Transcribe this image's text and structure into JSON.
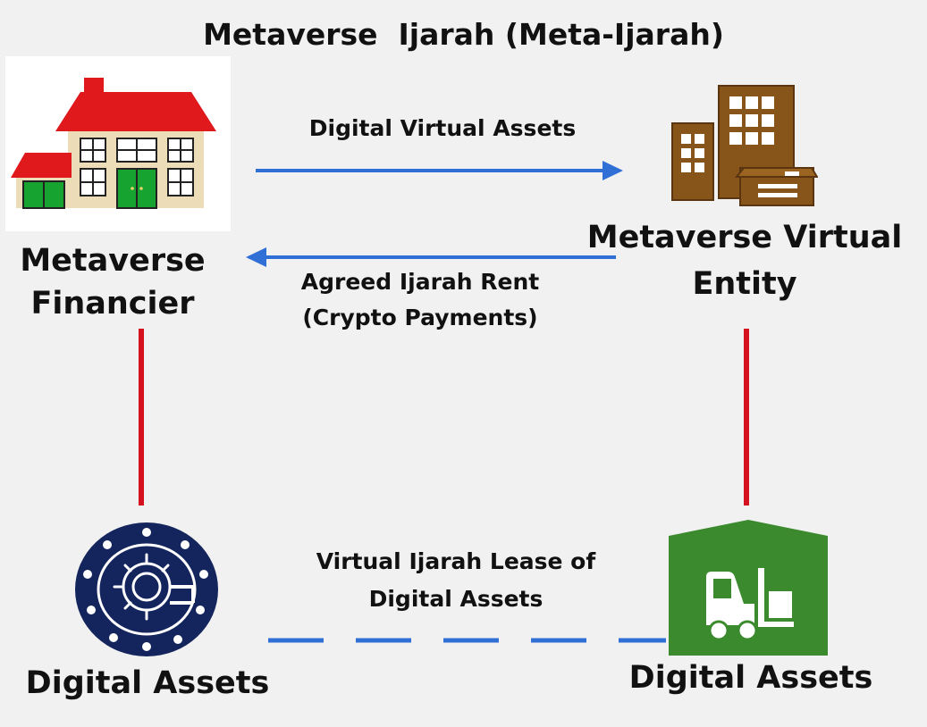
{
  "title": "Metaverse  Ijarah (Meta-Ijarah)",
  "nodes": {
    "financier": {
      "label_line1": "Metaverse",
      "label_line2": "Financier",
      "icon": "house-icon"
    },
    "entity": {
      "label_line1": "Metaverse Virtual",
      "label_line2": "Entity",
      "icon": "office-buildings-icon"
    },
    "assets_left": {
      "label": "Digital Assets",
      "icon": "vault-icon"
    },
    "assets_right": {
      "label": "Digital Assets",
      "icon": "warehouse-forklift-icon"
    }
  },
  "edges": {
    "top_arrow": {
      "label": "Digital Virtual Assets"
    },
    "rent_arrow": {
      "label_line1": "Agreed Ijarah Rent",
      "label_line2": "(Crypto Payments)"
    },
    "lease": {
      "label_line1": "Virtual Ijarah Lease of",
      "label_line2": "Digital Assets"
    }
  },
  "colors": {
    "arrow": "#2f6fd6",
    "link": "#d5111d",
    "dashed": "#2f6fd6",
    "roof": "#e0191d",
    "house_wall": "#eddcb8",
    "house_door": "#17a32f",
    "building": "#87551a",
    "vault": "#13255c",
    "warehouse": "#3b8a2e"
  }
}
